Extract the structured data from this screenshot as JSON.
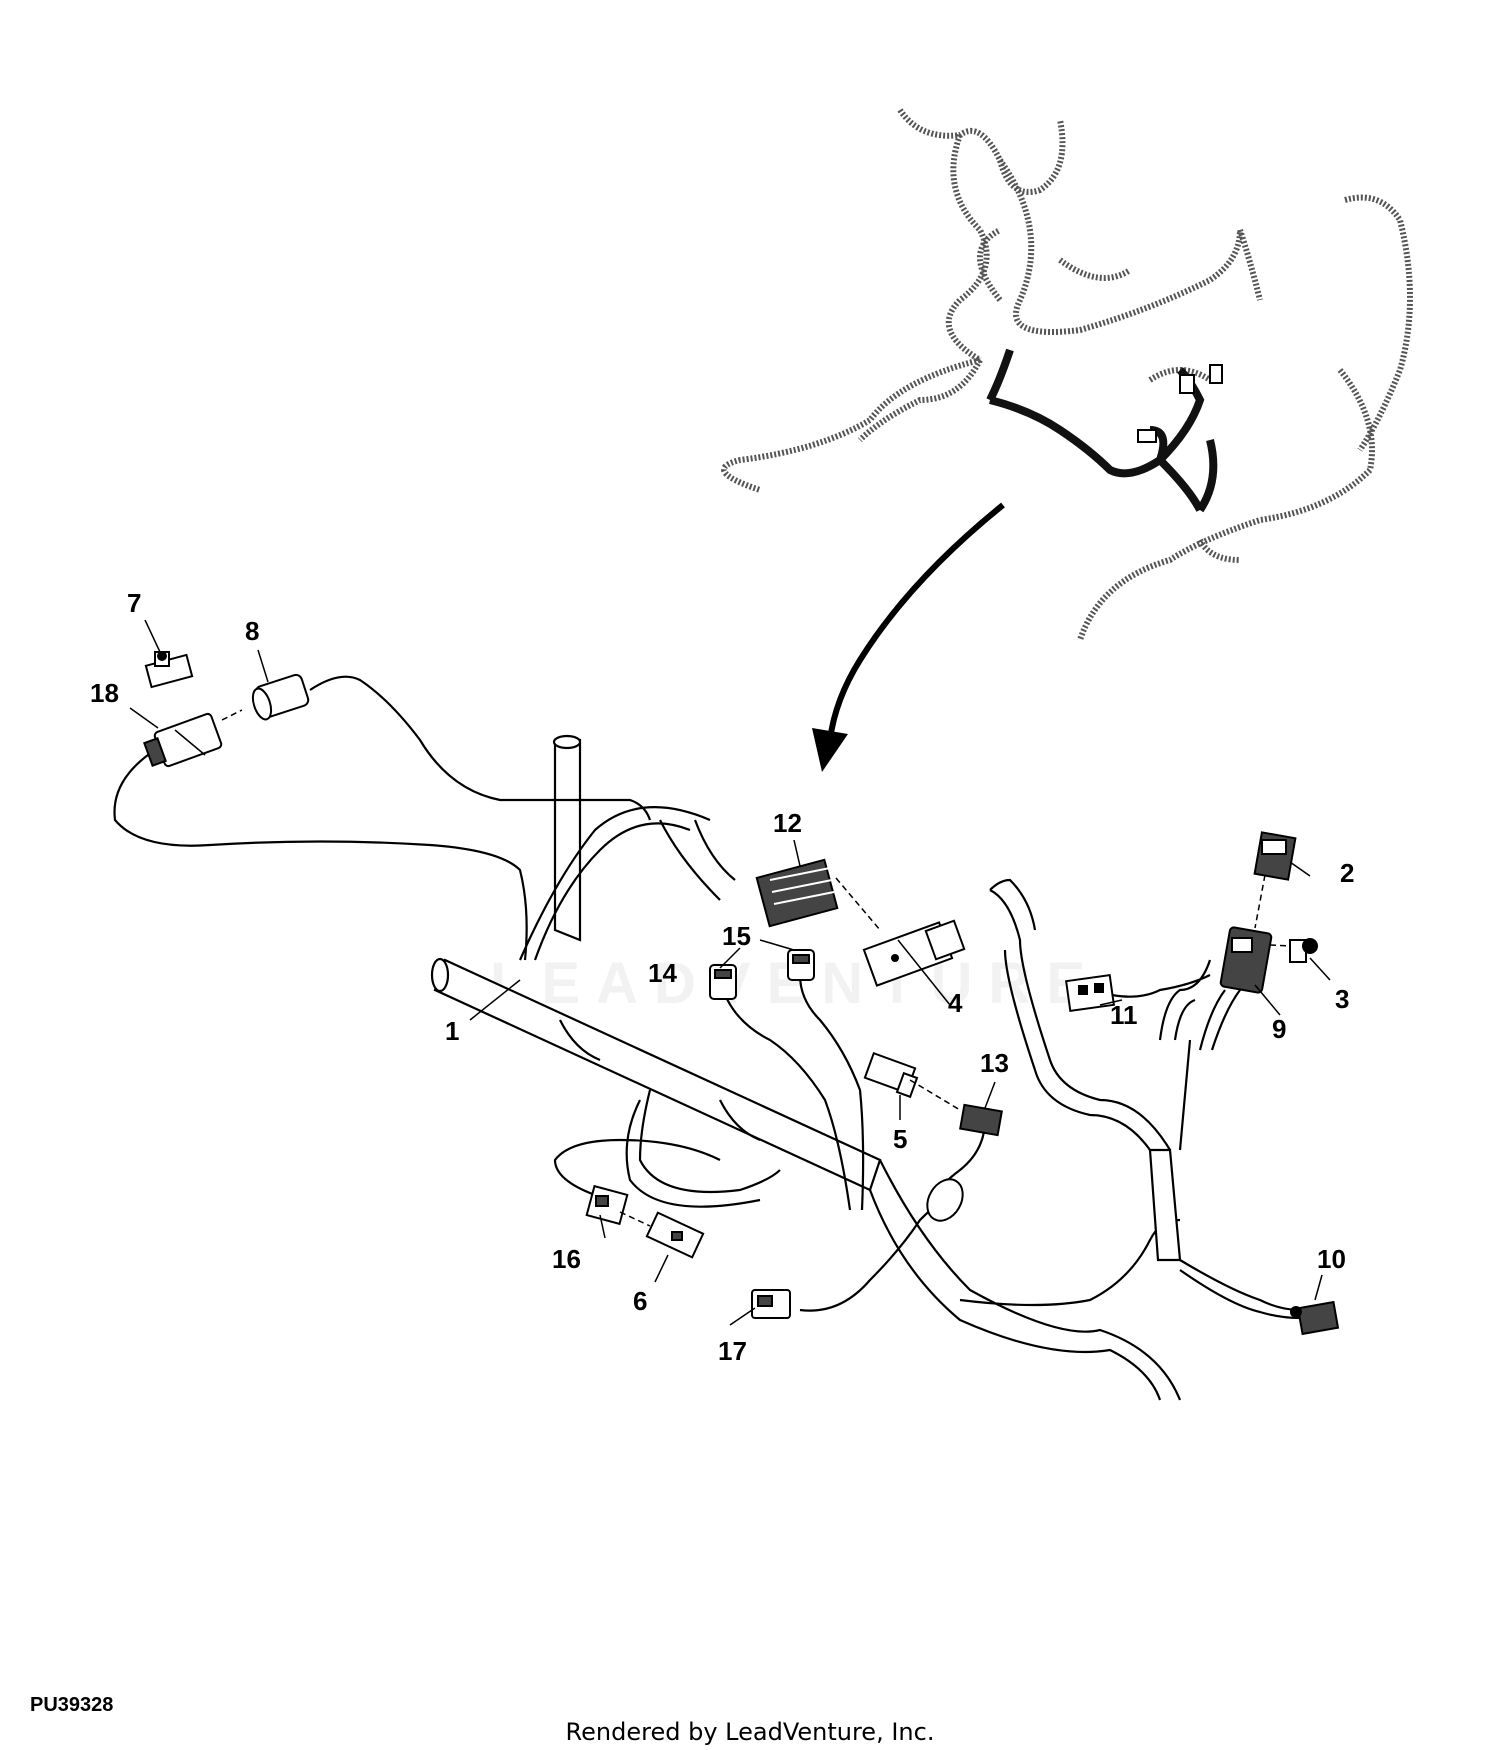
{
  "diagram": {
    "figure_id": "PU39328",
    "render_credit": "Rendered by LeadVenture, Inc.",
    "watermark": "LEADVENTURE",
    "callouts": [
      "1",
      "2",
      "3",
      "4",
      "5",
      "6",
      "7",
      "8",
      "9",
      "10",
      "11",
      "12",
      "13",
      "14",
      "15",
      "16",
      "17",
      "18"
    ]
  }
}
